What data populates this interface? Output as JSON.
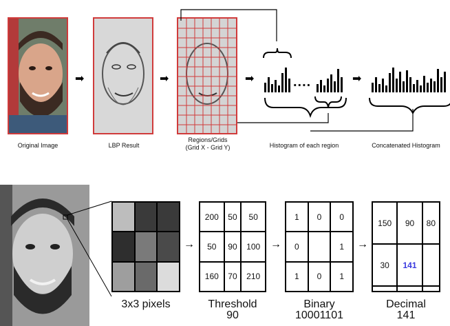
{
  "top": {
    "labels": {
      "original": "Original Image",
      "lbp": "LBP Result",
      "regions_line1": "Regions/Grids",
      "regions_line2": "(Grid X - Grid Y)",
      "histogram_each": "Histogram of each region",
      "concatenated": "Concatenated Histogram"
    },
    "ellipsis": "...."
  },
  "bottom": {
    "pixels": {
      "label": "3x3 pixels",
      "shades": [
        "#bdbdbd",
        "#3a3a3a",
        "#3a3a3a",
        "#2e2e2e",
        "#7a7a7a",
        "#4a4a4a",
        "#9e9e9e",
        "#6a6a6a",
        "#dcdcdc"
      ]
    },
    "threshold": {
      "label_line1": "Threshold",
      "label_line2": "90",
      "values": [
        "200",
        "50",
        "50",
        "50",
        "90",
        "100",
        "160",
        "70",
        "210"
      ]
    },
    "binary": {
      "label_line1": "Binary",
      "label_line2": "10001101",
      "values": [
        "1",
        "0",
        "0",
        "0",
        "",
        "1",
        "1",
        "0",
        "1"
      ]
    },
    "decimal": {
      "label_line1": "Decimal",
      "label_line2": "141",
      "values": [
        "150",
        "90",
        "80",
        "30",
        "141",
        "",
        "",
        "",
        ""
      ],
      "highlight_color": "#3a3adf"
    },
    "arrow_glyph": "→"
  },
  "colors": {
    "frame": "#d03a3a",
    "grid_lines": "#d03a3a"
  }
}
